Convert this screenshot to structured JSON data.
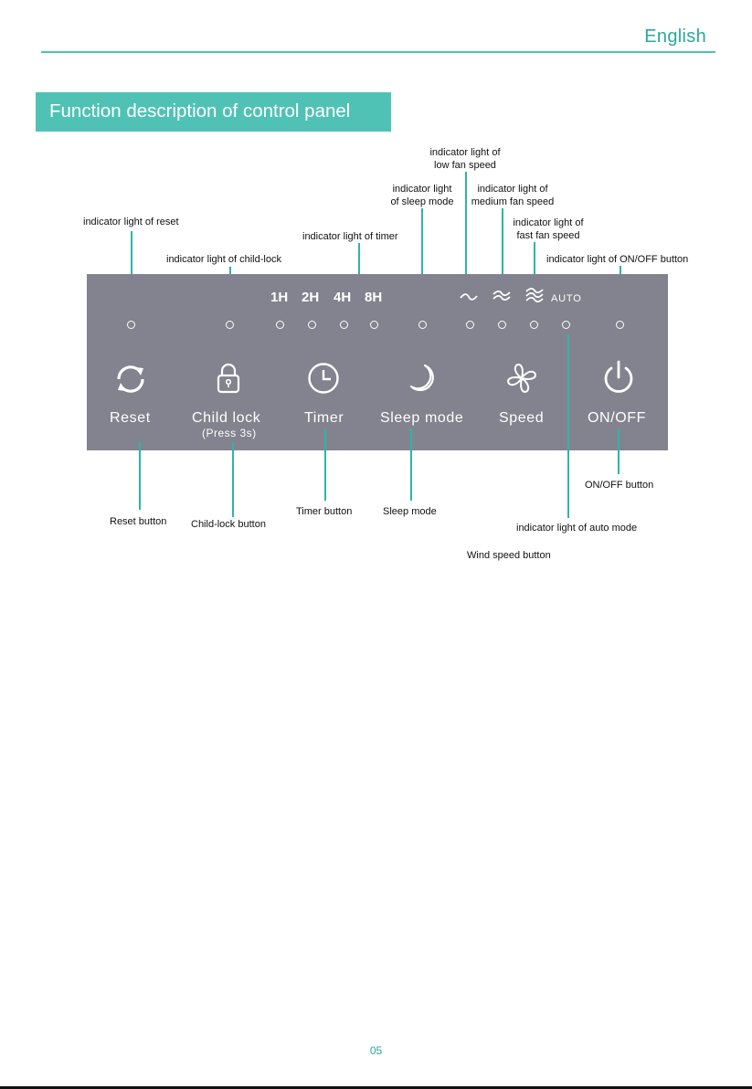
{
  "header": {
    "language": "English"
  },
  "section_title": "Function description of control panel",
  "panel": {
    "timer_marks": [
      "1H",
      "2H",
      "4H",
      "8H"
    ],
    "auto_label": "AUTO",
    "buttons": {
      "reset": "Reset",
      "child_lock": "Child lock",
      "child_lock_hint": "(Press 3s)",
      "timer": "Timer",
      "sleep": "Sleep mode",
      "speed": "Speed",
      "power": "ON/OFF"
    }
  },
  "callouts_top": {
    "reset_light": "indicator light of reset",
    "childlock_light": "indicator light of child-lock",
    "timer_light": "indicator light of timer",
    "sleep_light_1": "indicator light",
    "sleep_light_2": "of sleep mode",
    "low_fan_1": "indicator light of",
    "low_fan_2": "low fan speed",
    "medium_fan_1": "indicator light of",
    "medium_fan_2": "medium fan speed",
    "fast_fan_1": "indicator light of",
    "fast_fan_2": "fast fan speed",
    "onoff_light": "indicator light of ON/OFF button"
  },
  "callouts_bottom": {
    "reset_button": "Reset button",
    "childlock_button": "Child-lock button",
    "timer_button": "Timer button",
    "sleep_mode": "Sleep mode",
    "onoff_button": "ON/OFF button",
    "auto_light": "indicator light of auto mode",
    "wind_speed_button": "Wind speed button"
  },
  "footer": {
    "page_number": "05"
  },
  "colors": {
    "accent": "#4fc2b5",
    "panel": "#82838e",
    "leader": "#2fb4a6"
  }
}
